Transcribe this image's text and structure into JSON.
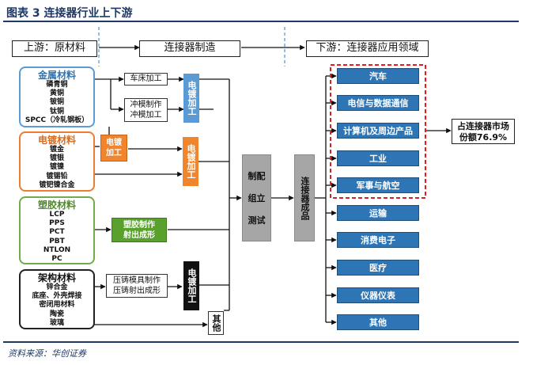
{
  "header": {
    "title": "图表 3    连接器行业上下游"
  },
  "sections": {
    "upstream": "上游：原材料",
    "manufacturing": "连接器制造",
    "downstream": "下游：连接器应用领域"
  },
  "materials": {
    "metal": {
      "title": "金属材料",
      "items": [
        "磷青铜",
        "黄铜",
        "铍铜",
        "钛铜",
        "SPCC（冷轧钢板）"
      ],
      "color": "#5b9bd5"
    },
    "plating": {
      "title": "电镀材料",
      "items": [
        "镀金",
        "镀银",
        "镀镍",
        "镀锡铅",
        "镀钯镍合金"
      ],
      "color": "#ed7d31"
    },
    "plastic": {
      "title": "塑胶材料",
      "items": [
        "LCP",
        "PPS",
        "PCT",
        "PBT",
        "NTLON",
        "PC"
      ],
      "color": "#70ad47"
    },
    "frame": {
      "title": "架构材料",
      "items": [
        "锌合金",
        "底座、外壳焊接",
        "密闭用材料",
        "陶瓷",
        "玻璃"
      ],
      "color": "#222222"
    }
  },
  "processes": {
    "lathe": "车床加工",
    "stamping": [
      "冲模制作",
      "冲模加工"
    ],
    "plating_small": [
      "电镀",
      "加工"
    ],
    "plastic_mold": [
      "塑胶制作",
      "射出成形"
    ],
    "die_cast": [
      "压铸模具制作",
      "压铸射出成形"
    ],
    "plating_label": "电镀加工",
    "other": "其他"
  },
  "assembly": {
    "label": [
      "制配",
      "组立",
      "测试"
    ]
  },
  "product": {
    "label": "连接器成品"
  },
  "applications": [
    "汽车",
    "电信与数据通信",
    "计算机及周边产品",
    "工业",
    "军事与航空",
    "运输",
    "消费电子",
    "医疗",
    "仪器仪表",
    "其他"
  ],
  "callout": {
    "line1": "占连接器市场",
    "line2": "份额76.9%"
  },
  "footer": {
    "source": "资料来源：华创证券"
  },
  "colors": {
    "navy": "#1f3864",
    "blue": "#2e75b6",
    "lightblue": "#5b9bd5",
    "orange": "#f0852d",
    "green": "#5aa02c",
    "black": "#111111",
    "gray": "#a6a6a6",
    "red": "#e02020"
  }
}
